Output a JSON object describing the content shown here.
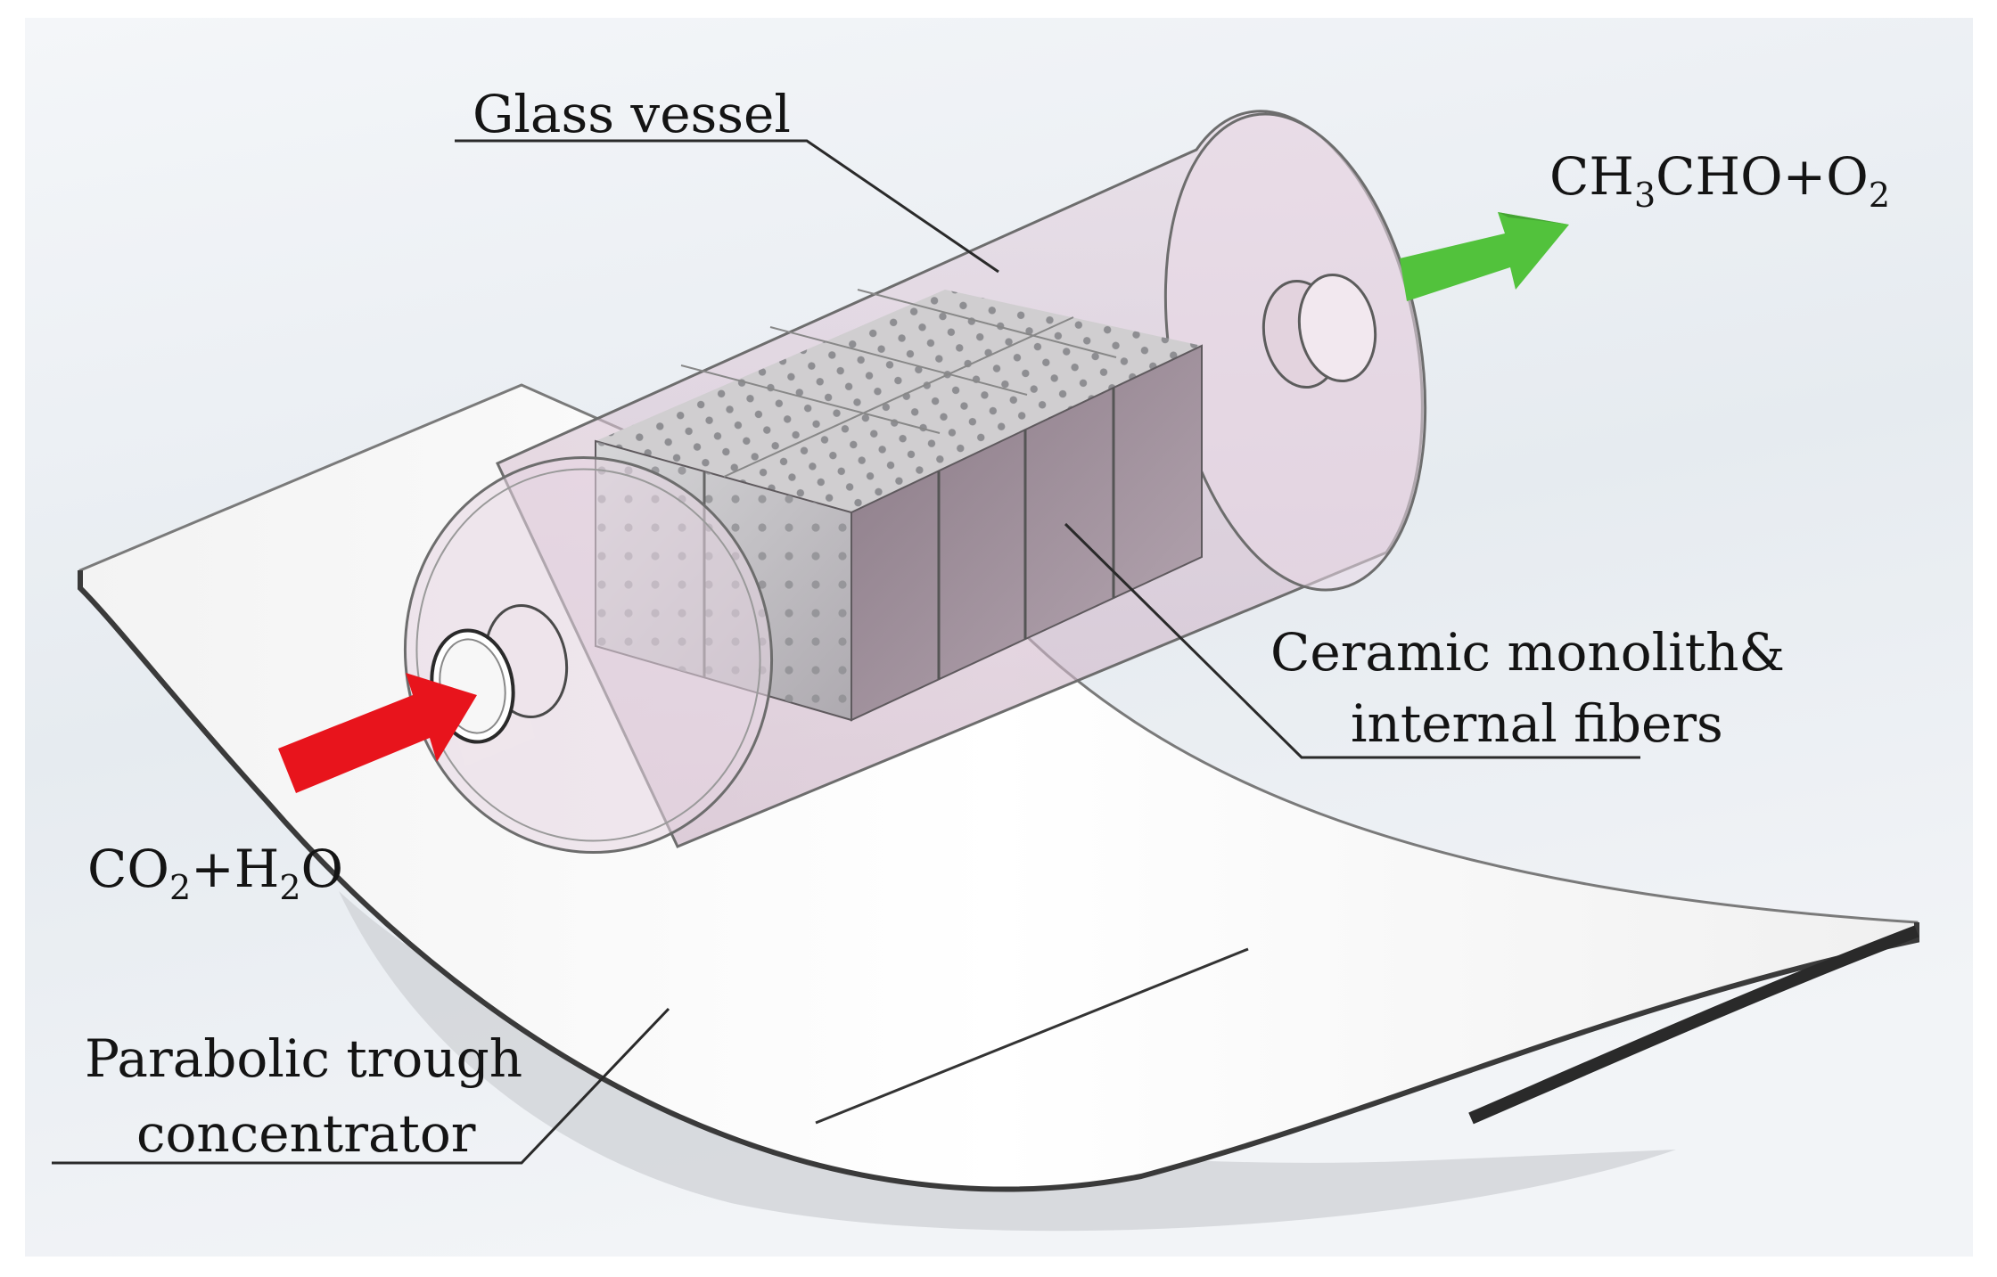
{
  "labels": {
    "glass_vessel": "Glass vessel",
    "outlet": {
      "a": "CH",
      "a_sub": "3",
      "b": "CHO+O",
      "b_sub": "2"
    },
    "inlet": {
      "a": "CO",
      "a_sub": "2",
      "b": "+H",
      "b_sub": "2",
      "c": "O"
    },
    "ceramic_line1": "Ceramic monolith&",
    "ceramic_line2": "internal fibers",
    "trough_line1": "Parabolic trough",
    "trough_line2": "concentrator"
  },
  "colors": {
    "inlet_arrow": "#e8141c",
    "outlet_arrow": "#52c23c",
    "glass_tint": "#d7bdd0",
    "monolith_side": "#8c7d88",
    "monolith_top": "#d0ced0",
    "leader_line": "#2a2a2a"
  },
  "monolith": {
    "rows": 2,
    "columns": 4
  }
}
